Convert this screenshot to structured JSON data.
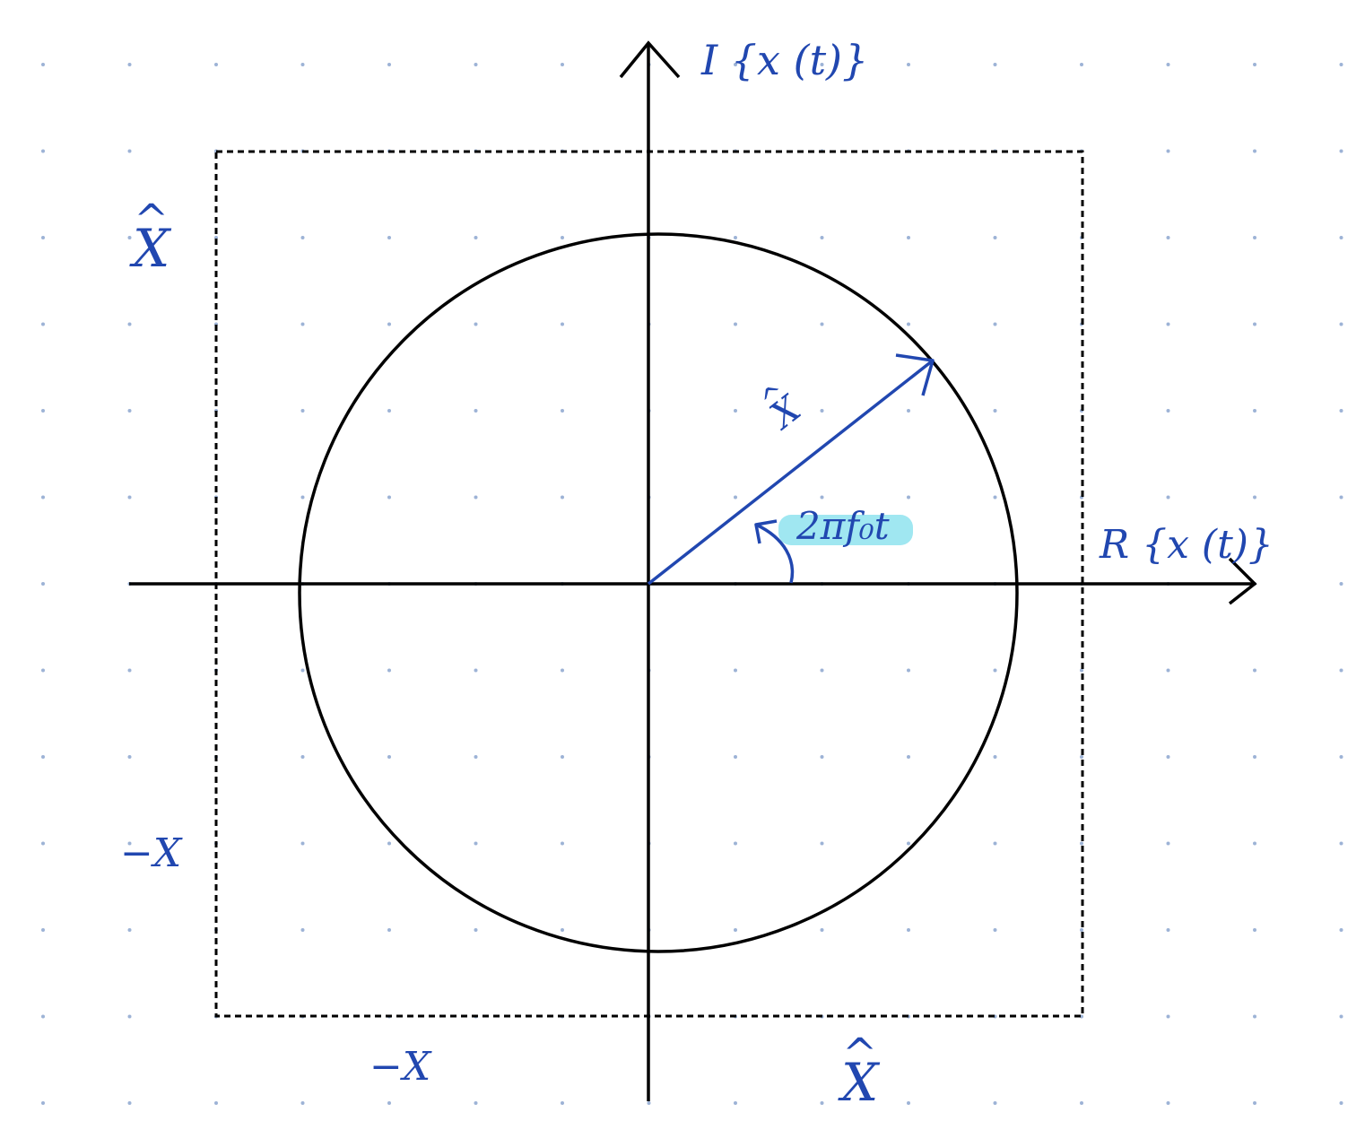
{
  "colors": {
    "ink": "#2147b0",
    "axis": "#000000",
    "grid_dot": "#9db3d6",
    "highlight": "#8fe3ee"
  },
  "labels": {
    "imag_axis": "I {x (t)}",
    "real_axis": "R {x (t)}",
    "left_top": "X",
    "left_bottom": "−X",
    "bottom_left": "−X",
    "bottom_right": "X",
    "phasor": "X",
    "angle": "2πf₀t"
  }
}
